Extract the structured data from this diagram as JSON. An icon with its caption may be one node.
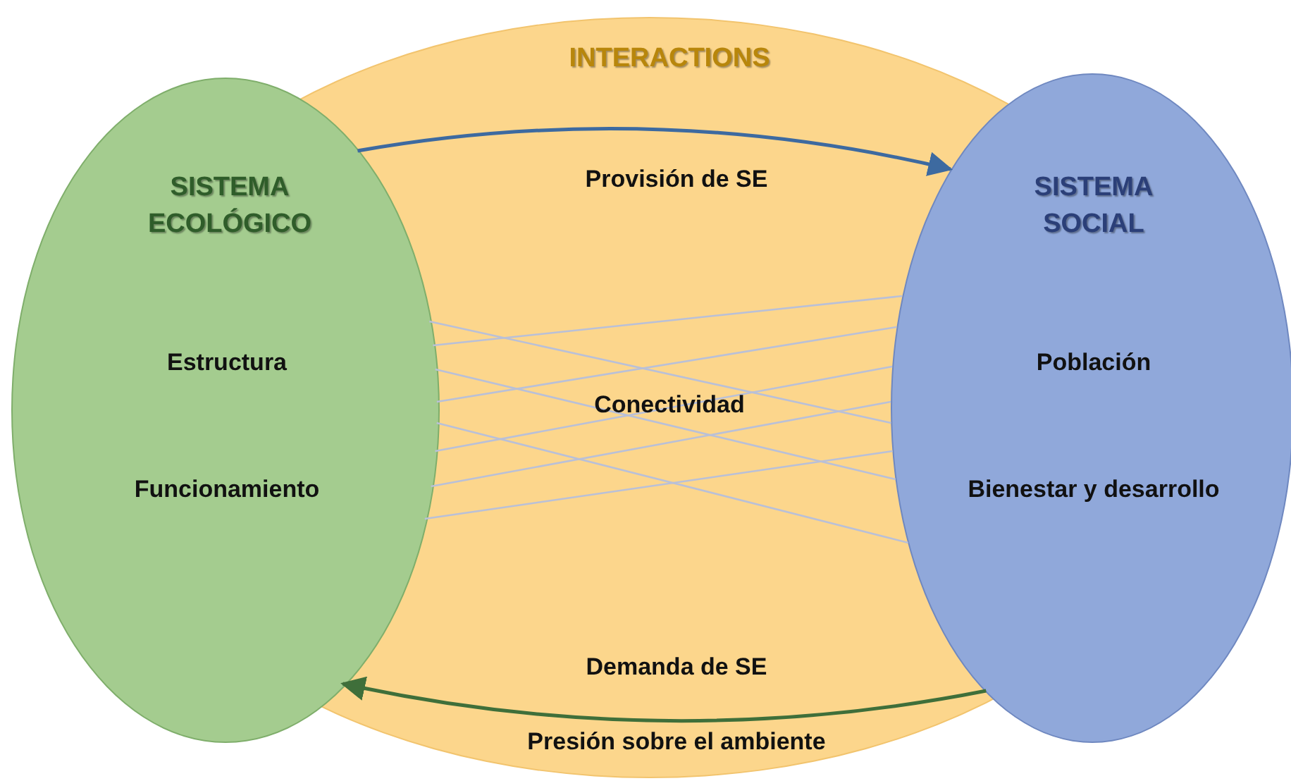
{
  "diagram": {
    "nodes": [
      {
        "text": [
          "SISTEMA ECOLÓGICO",
          "Estructura",
          "Funcionamiento"
        ]
      },
      {
        "text": [
          "SISTEMA SOCIAL",
          "Población",
          "Bienestar y desarrollo"
        ]
      }
    ],
    "edges": [
      {
        "from": 0,
        "to": 1,
        "arrow": "to",
        "label": "Provisión de SE",
        "color": "#3d6aa0"
      },
      {
        "from": 1,
        "to": 0,
        "arrow": "to",
        "label": "Demanda de SE",
        "color": "#3f6f3a"
      },
      {
        "from": 0,
        "to": 1,
        "arrow": "none",
        "color": "#b9c0d8"
      },
      {
        "from": 0,
        "to": 1,
        "arrow": "none",
        "color": "#b9c0d8"
      },
      {
        "from": 0,
        "to": 1,
        "arrow": "none",
        "color": "#b9c0d8"
      },
      {
        "from": 0,
        "to": 1,
        "arrow": "none",
        "color": "#b9c0d8"
      },
      {
        "from": 0,
        "to": 1,
        "arrow": "none",
        "color": "#b9c0d8"
      },
      {
        "from": 0,
        "to": 1,
        "arrow": "none",
        "color": "#b9c0d8"
      },
      {
        "from": 0,
        "to": 1,
        "arrow": "none",
        "color": "#b9c0d8"
      },
      {
        "from": 0,
        "to": 1,
        "arrow": "none",
        "color": "#b9c0d8"
      }
    ],
    "labels": [
      "INTERACTIONS",
      "Conectividad",
      "Presión sobre el ambiente"
    ]
  }
}
